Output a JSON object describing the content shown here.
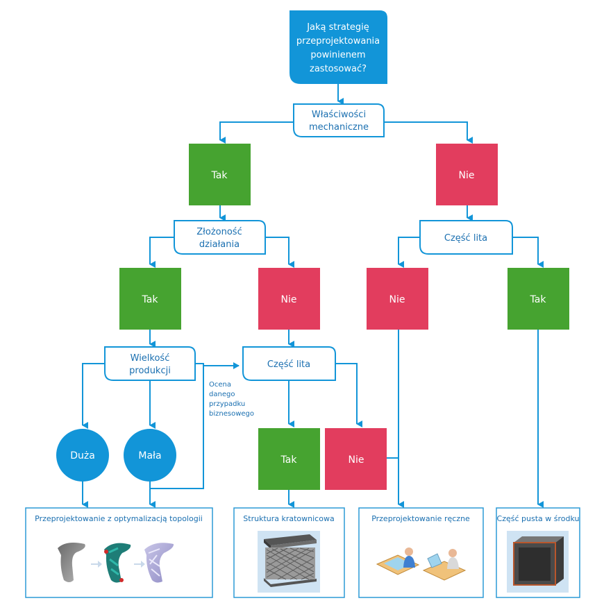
{
  "colors": {
    "blue": "#1295d8",
    "green": "#46a330",
    "red": "#e23d5e",
    "text_white": "#ffffff",
    "text_blue": "#1a6fb0",
    "result_border": "#2b9ad6"
  },
  "question": {
    "lines": [
      "Jaką strategię",
      "przeprojektowania",
      "powinienem",
      "zastosować?"
    ]
  },
  "decisions": {
    "mechanical": [
      "Właściwości",
      "mechaniczne"
    ],
    "complexity": [
      "Złożoność",
      "działania"
    ],
    "solid_right": [
      "Część lita"
    ],
    "production": [
      "Wielkość",
      "produkcji"
    ],
    "solid_mid": [
      "Część lita"
    ]
  },
  "answers": {
    "yes": "Tak",
    "no": "Nie",
    "large": "Duża",
    "small": "Mała"
  },
  "note": {
    "lines": [
      "Ocena",
      "danego",
      "przypadku",
      "biznesowego"
    ]
  },
  "results": {
    "topology": "Przeprojektowanie z optymalizacją topologii",
    "lattice": "Struktura kratownicowa",
    "manual": "Przeprojektowanie ręczne",
    "hollow": "Część pusta w środku"
  },
  "icons": {
    "topology": "topology-optimization-parts-image",
    "lattice": "lattice-cube-image",
    "manual": "engineers-at-desks-image",
    "hollow": "hollow-box-image"
  }
}
